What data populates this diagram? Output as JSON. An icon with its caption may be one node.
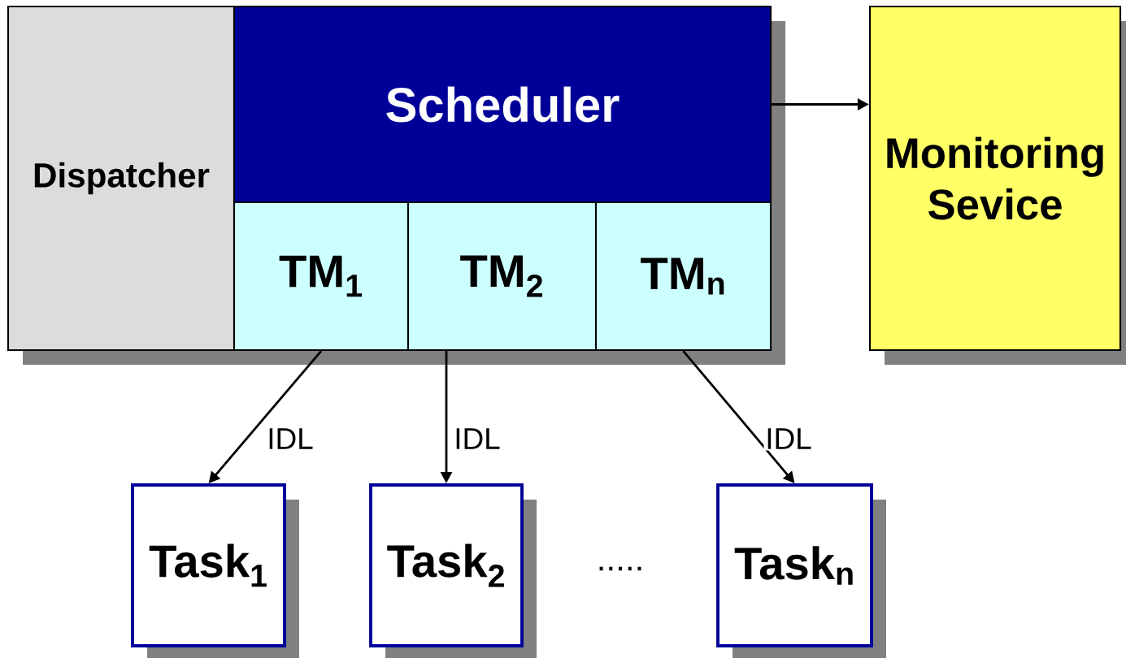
{
  "diagram": {
    "nodes": [
      {
        "text": [
          "Dispatcher"
        ]
      },
      {
        "text": [
          "Scheduler"
        ]
      },
      {
        "text": [
          "TM$_{1}$"
        ]
      },
      {
        "text": [
          "TM$_{2}$"
        ]
      },
      {
        "text": [
          "TM$_{n}$"
        ]
      },
      {
        "text": [
          "Monitoring Sevice"
        ]
      },
      {
        "text": [
          "Task$_{1}$"
        ]
      },
      {
        "text": [
          "Task$_{2}$"
        ]
      },
      {
        "text": [
          "Task$_{n}$"
        ]
      }
    ],
    "edges": [
      {
        "from": 1,
        "to": 5,
        "arrow": "to"
      },
      {
        "from": 2,
        "to": 6,
        "arrow": "to",
        "label": "IDL"
      },
      {
        "from": 3,
        "to": 7,
        "arrow": "to",
        "label": "IDL"
      },
      {
        "from": 4,
        "to": 8,
        "arrow": "to",
        "label": "IDL"
      }
    ],
    "labels": [
      "....."
    ]
  }
}
